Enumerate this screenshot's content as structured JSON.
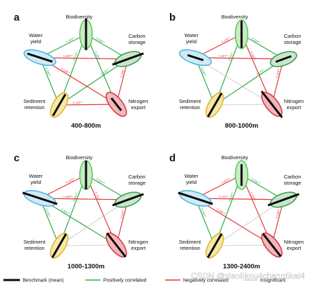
{
  "panels": [
    {
      "letter": "a",
      "title": "400-800m",
      "edges": [
        {
          "from": "biodiversity",
          "to": "water",
          "type": "positive",
          "label": "0.320**"
        },
        {
          "from": "biodiversity",
          "to": "carbon",
          "type": "positive",
          "label": "0.305**"
        },
        {
          "from": "biodiversity",
          "to": "sediment",
          "type": "positive",
          "label": "0.212**"
        },
        {
          "from": "biodiversity",
          "to": "nitrogen",
          "type": "positive",
          "label": "0.185**"
        },
        {
          "from": "water",
          "to": "carbon",
          "type": "negative",
          "label": "0.465**"
        },
        {
          "from": "water",
          "to": "sediment",
          "type": "positive",
          "label": "0.290**"
        },
        {
          "from": "water",
          "to": "nitrogen",
          "type": "negative",
          "label": "0.228**"
        },
        {
          "from": "carbon",
          "to": "sediment",
          "type": "positive",
          "label": "0.165**"
        },
        {
          "from": "carbon",
          "to": "nitrogen",
          "type": "negative",
          "label": "0.245**"
        },
        {
          "from": "sediment",
          "to": "nitrogen",
          "type": "negative",
          "label": "0.118**"
        }
      ],
      "bars": {
        "biodiversity": 1.1,
        "water": 0.8,
        "carbon": 1.2,
        "sediment": 0.9,
        "nitrogen": 0.55
      }
    },
    {
      "letter": "b",
      "title": "800-1000m",
      "edges": [
        {
          "from": "biodiversity",
          "to": "water",
          "type": "negative",
          "label": "0.126**"
        },
        {
          "from": "biodiversity",
          "to": "carbon",
          "type": "positive",
          "label": "0.294**"
        },
        {
          "from": "biodiversity",
          "to": "sediment",
          "type": "positive",
          "label": "0.231**"
        },
        {
          "from": "biodiversity",
          "to": "nitrogen",
          "type": "negative",
          "label": "0.160**"
        },
        {
          "from": "water",
          "to": "carbon",
          "type": "negative",
          "label": "0.397**"
        },
        {
          "from": "water",
          "to": "sediment",
          "type": "positive",
          "label": "0.520**"
        },
        {
          "from": "water",
          "to": "nitrogen",
          "type": "insignificant",
          "label": ""
        },
        {
          "from": "carbon",
          "to": "sediment",
          "type": "positive",
          "label": "0.170**"
        },
        {
          "from": "carbon",
          "to": "nitrogen",
          "type": "negative",
          "label": "0.318**"
        },
        {
          "from": "sediment",
          "to": "nitrogen",
          "type": "insignificant",
          "label": ""
        }
      ],
      "bars": {
        "biodiversity": 0.95,
        "water": 0.5,
        "carbon": 0.6,
        "sediment": 1.0,
        "nitrogen": 1.15
      }
    },
    {
      "letter": "c",
      "title": "1000-1300m",
      "edges": [
        {
          "from": "biodiversity",
          "to": "water",
          "type": "negative",
          "label": "0.420**"
        },
        {
          "from": "biodiversity",
          "to": "carbon",
          "type": "positive",
          "label": "0.551**"
        },
        {
          "from": "biodiversity",
          "to": "sediment",
          "type": "positive",
          "label": "0.381**"
        },
        {
          "from": "biodiversity",
          "to": "nitrogen",
          "type": "negative",
          "label": "0.231**"
        },
        {
          "from": "water",
          "to": "carbon",
          "type": "negative",
          "label": "0.498**"
        },
        {
          "from": "water",
          "to": "sediment",
          "type": "positive",
          "label": "0.570**"
        },
        {
          "from": "water",
          "to": "nitrogen",
          "type": "positive",
          "label": "0.353**"
        },
        {
          "from": "carbon",
          "to": "sediment",
          "type": "insignificant",
          "label": ""
        },
        {
          "from": "carbon",
          "to": "nitrogen",
          "type": "negative",
          "label": "0.112**"
        },
        {
          "from": "sediment",
          "to": "nitrogen",
          "type": "insignificant",
          "label": ""
        }
      ],
      "bars": {
        "biodiversity": 1.0,
        "water": 1.1,
        "carbon": 1.2,
        "sediment": 1.0,
        "nitrogen": 1.05
      }
    },
    {
      "letter": "d",
      "title": "1300-2400m",
      "edges": [
        {
          "from": "biodiversity",
          "to": "water",
          "type": "negative",
          "label": "0.370**"
        },
        {
          "from": "biodiversity",
          "to": "carbon",
          "type": "positive",
          "label": "0.431**"
        },
        {
          "from": "biodiversity",
          "to": "sediment",
          "type": "positive",
          "label": "0.210**"
        },
        {
          "from": "biodiversity",
          "to": "nitrogen",
          "type": "negative",
          "label": "0.195**"
        },
        {
          "from": "water",
          "to": "carbon",
          "type": "negative",
          "label": "0.742**"
        },
        {
          "from": "water",
          "to": "sediment",
          "type": "positive",
          "label": "0.433**"
        },
        {
          "from": "water",
          "to": "nitrogen",
          "type": "negative",
          "label": "0.290**"
        },
        {
          "from": "carbon",
          "to": "sediment",
          "type": "insignificant",
          "label": ""
        },
        {
          "from": "carbon",
          "to": "nitrogen",
          "type": "negative",
          "label": "0.148**"
        },
        {
          "from": "sediment",
          "to": "nitrogen",
          "type": "insignificant",
          "label": ""
        }
      ],
      "bars": {
        "biodiversity": 0.75,
        "water": 1.1,
        "carbon": 1.2,
        "sediment": 1.0,
        "nitrogen": 1.0
      }
    }
  ],
  "nodes": {
    "biodiversity": {
      "line1": "Biodiversity",
      "line2": "",
      "color": "#5cc85c",
      "fill": "#c8ebc4"
    },
    "water": {
      "line1": "Water",
      "line2": "yield",
      "color": "#55b6dc",
      "fill": "#cfeaf6"
    },
    "carbon": {
      "line1": "Carbon",
      "line2": "storage",
      "color": "#3c9c4e",
      "fill": "#c9e6cd"
    },
    "sediment": {
      "line1": "Sediment",
      "line2": "retention",
      "color": "#e0b72c",
      "fill": "#f6e6a8"
    },
    "nitrogen": {
      "line1": "Nitrogen",
      "line2": "export",
      "color": "#d23b46",
      "fill": "#f2b6bb"
    }
  },
  "colors": {
    "positive": "#2fa84a",
    "negative": "#e0353b",
    "insignificant": "#c4c4c4",
    "bar": "#0a0a0a"
  },
  "legend": {
    "benchmark": "Benchmark (mean)",
    "positive": "Positively correlated",
    "negative": "Negatively correlated",
    "insignificant": "Insignificant"
  },
  "watermark": "CSDN @xiao5kou4chang6kai4"
}
